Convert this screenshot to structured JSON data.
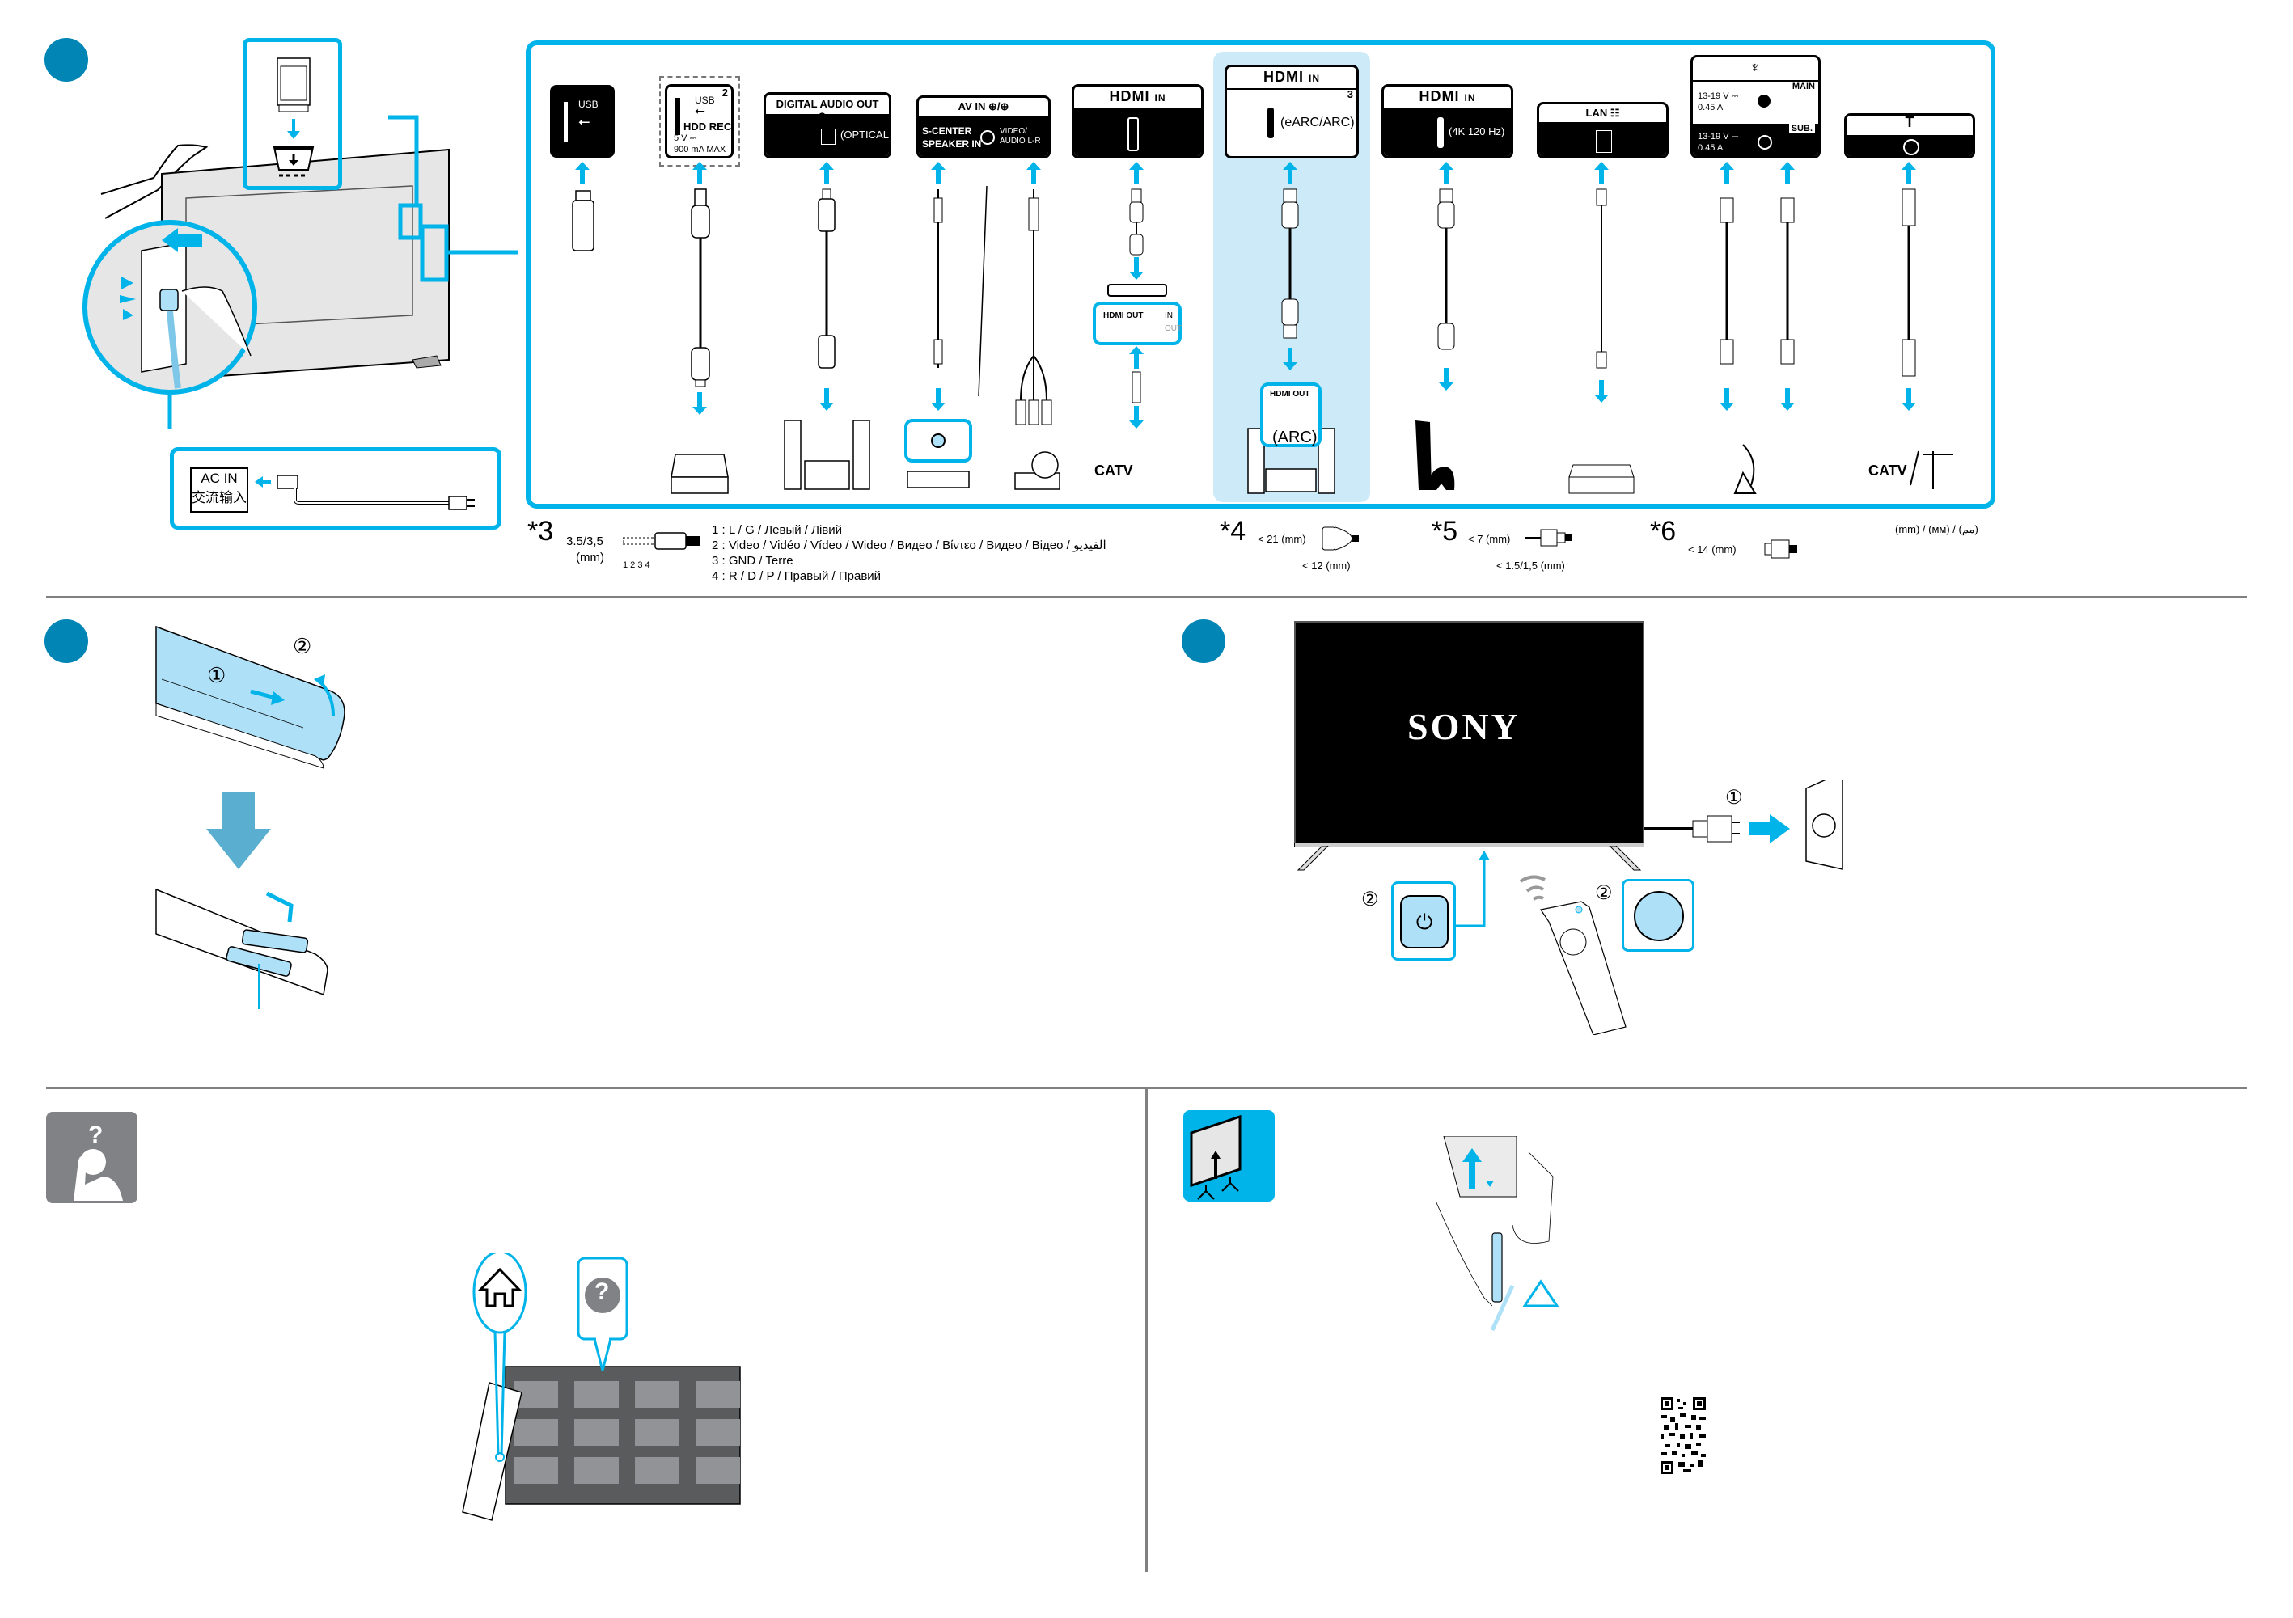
{
  "steps": {
    "step1_marker": "step-1",
    "step2_marker": "step-2",
    "step3_marker": "step-3"
  },
  "colors": {
    "accent_blue": "#00b3e8",
    "step_circle": "#0085b5",
    "highlight_bg": "#cdeaf8",
    "light_blue_fill": "#aee0f8",
    "divider_gray": "#808080",
    "icon_gray": "#808285"
  },
  "ac_in": {
    "label_en": "AC IN",
    "label_zh": "交流输入"
  },
  "ports": {
    "usb1": {
      "label": "USB"
    },
    "usb2": {
      "label": "USB",
      "sub": "HDD REC",
      "power": "5 V ⎓",
      "current": "900 mA MAX",
      "number": "2"
    },
    "optical": {
      "header": "DIGITAL AUDIO OUT ⊖→",
      "label": "(OPTICAL)"
    },
    "avin": {
      "header": "AV IN  ⊕/⊕",
      "label1": "S-CENTER",
      "label2": "SPEAKER IN",
      "label3": "VIDEO/",
      "label4": "AUDIO L-R"
    },
    "hdmi1": {
      "header": "HDMI",
      "in": "IN"
    },
    "hdmi3": {
      "header": "HDMI",
      "in": "IN",
      "number": "3",
      "label": "(eARC/ARC)"
    },
    "hdmi4k": {
      "header": "HDMI",
      "in": "IN",
      "label": "(4K 120 Hz)"
    },
    "lan": {
      "header": "LAN ☷"
    },
    "sat": {
      "main_v": "13-19 V ⎓",
      "main_a": "0.45 A",
      "main_label": "MAIN",
      "sub_v": "13-19 V ⎓",
      "sub_a": "0.45 A",
      "sub_label": "SUB."
    },
    "rf": {
      "header": "T"
    }
  },
  "devices": {
    "stb": {
      "hdmi_out": "HDMI OUT",
      "in": "IN",
      "out": "OUT"
    },
    "catv1": "CATV",
    "catv2": "CATV",
    "arc": {
      "hdmi_out": "HDMI OUT",
      "label": "(ARC)"
    }
  },
  "footnotes": {
    "n3": {
      "marker": "*3",
      "dim": "3.5/3,5",
      "unit": "(mm)",
      "pins": "1 2 3 4",
      "lines": [
        "1 : L / G / Левый / Лівий",
        "2 : Video / Vidéo / Vídeo / Wideo / Видео / Βίντεο / Видео / Відео / الفيديو",
        "3 : GND / Terre",
        "4 : R / D / P / Правый / Правий"
      ]
    },
    "n4": {
      "marker": "*4",
      "dim1": "< 21 (mm)",
      "dim2": "< 12 (mm)"
    },
    "n5": {
      "marker": "*5",
      "dim1": "< 7 (mm)",
      "dim2": "< 1.5/1,5 (mm)"
    },
    "n6": {
      "marker": "*6",
      "dim1": "< 14 (mm)"
    },
    "units": "(mm) / (мм) / (مم)"
  },
  "remote_step": {
    "num1": "①",
    "num2": "②"
  },
  "power_step": {
    "brand": "SONY",
    "num1": "①",
    "num2a": "②",
    "num2b": "②",
    "power_icon": "⏻"
  },
  "help_section": {
    "icon": "help-person-icon",
    "home_icon": "home-icon",
    "help_icon": "?"
  },
  "mount_section": {
    "icon": "tv-stand-icon",
    "warning_icon": "pinch-warning-icon"
  }
}
